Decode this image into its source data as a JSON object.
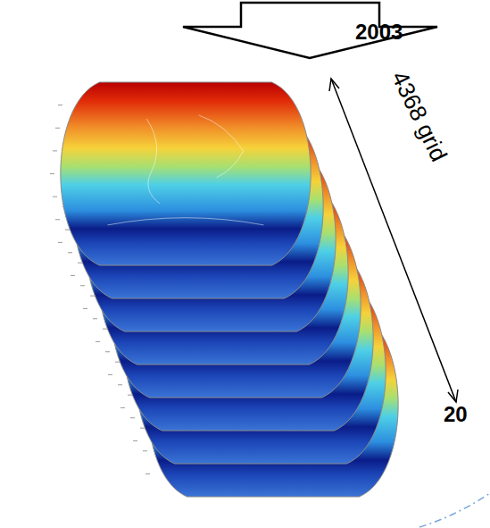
{
  "diagram": {
    "labels": [
      "2003",
      "4368 grid",
      "20"
    ]
  }
}
